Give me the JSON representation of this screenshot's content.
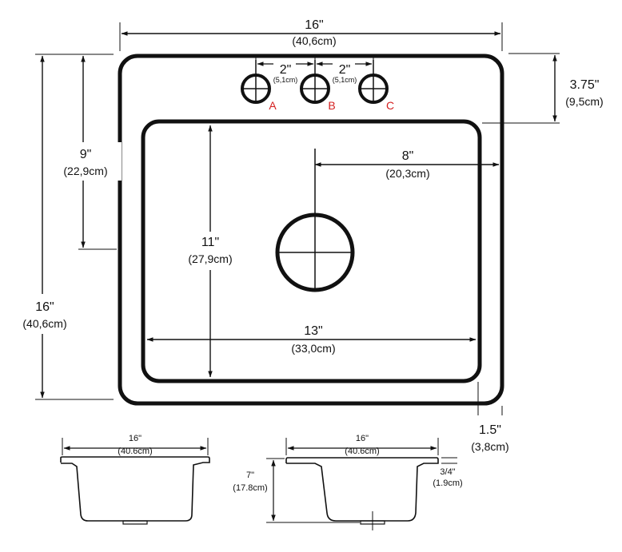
{
  "colors": {
    "line": "#111111",
    "hole_label": "#d42020",
    "background": "#ffffff"
  },
  "top_view": {
    "width": {
      "in": "16\"",
      "cm": "(40,6cm)"
    },
    "height": {
      "in": "16\"",
      "cm": "(40,6cm)"
    },
    "drain_offset_y": {
      "in": "9\"",
      "cm": "(22,9cm)"
    },
    "faucet_offset": {
      "in": "3.75\"",
      "cm": "(9,5cm)"
    },
    "drain_offset_x": {
      "in": "8\"",
      "cm": "(20,3cm)"
    },
    "bowl_depth": {
      "in": "11\"",
      "cm": "(27,9cm)"
    },
    "bowl_width": {
      "in": "13\"",
      "cm": "(33,0cm)"
    },
    "rim": {
      "in": "1.5\"",
      "cm": "(3,8cm)"
    },
    "hole_spacing": [
      {
        "in": "2\"",
        "cm": "(5,1cm)"
      },
      {
        "in": "2\"",
        "cm": "(5,1cm)"
      }
    ],
    "holes": [
      "A",
      "B",
      "C"
    ]
  },
  "side_view_left": {
    "width": {
      "in": "16\"",
      "cm": "(40.6cm)"
    }
  },
  "side_view_right": {
    "width": {
      "in": "16\"",
      "cm": "(40.6cm)"
    },
    "depth": {
      "in": "7\"",
      "cm": "(17.8cm)"
    },
    "rim_thickness": {
      "in": "3/4\"",
      "cm": "(1.9cm)"
    }
  }
}
